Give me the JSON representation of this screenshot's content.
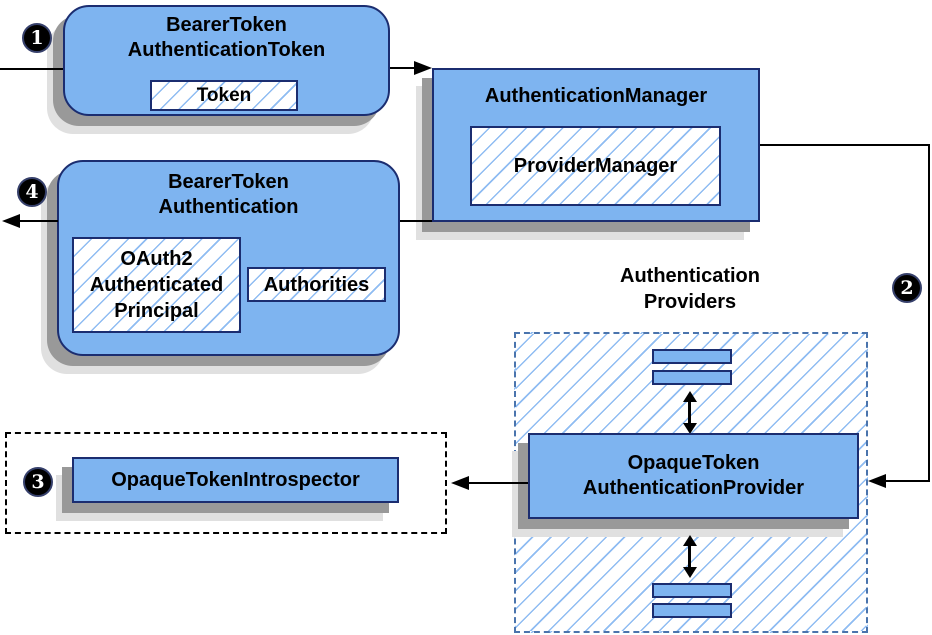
{
  "diagram": {
    "kind": "flow-diagram",
    "colors": {
      "node_fill": "#7eb4f0",
      "node_border": "#1b2d70",
      "hatch_line": "#8fbcf2",
      "shadow_dark": "#999999",
      "shadow_light": "#e0e0e0",
      "providers_container_border": "#4a74ad",
      "introspector_container_border": "#000000",
      "arrow_color": "#000000",
      "step_badge_bg": "#000000",
      "step_badge_text": "#ffffff"
    },
    "nodes": {
      "bearer_token_authentication_token": {
        "title_lines": [
          "BearerToken",
          "AuthenticationToken"
        ],
        "token_label": "Token"
      },
      "authentication_manager": {
        "title": "AuthenticationManager",
        "provider_manager_label": "ProviderManager"
      },
      "bearer_token_authentication": {
        "title_lines": [
          "BearerToken",
          "Authentication"
        ],
        "principal_lines": [
          "OAuth2",
          "Authenticated",
          "Principal"
        ],
        "authorities_label": "Authorities"
      },
      "authentication_providers_group": {
        "label_lines": [
          "Authentication",
          "Providers"
        ]
      },
      "opaque_token_authentication_provider": {
        "title_lines": [
          "OpaqueToken",
          "AuthenticationProvider"
        ]
      },
      "opaque_token_introspector": {
        "title": "OpaqueTokenIntrospector"
      }
    },
    "steps": {
      "step1": "1",
      "step2": "2",
      "step3": "3",
      "step4": "4"
    }
  }
}
